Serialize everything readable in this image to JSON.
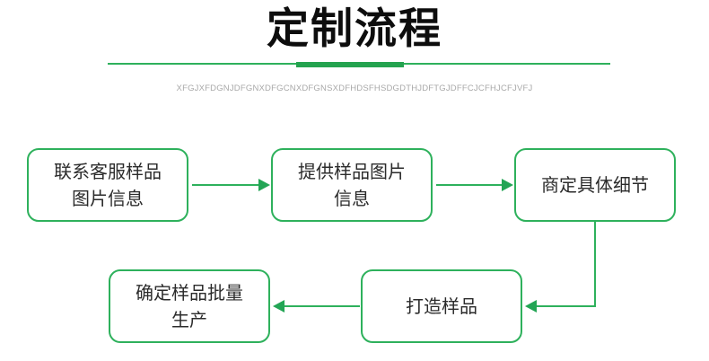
{
  "header": {
    "title": "定制流程",
    "subtitle": "XFGJXFDGNJDFGNXDFGCNXDFGNSXDFHDSFHSDGDTHJDFTGJDFFCJCFHJCFJVFJ",
    "divider_color": "#2eb15c",
    "divider_accent_color": "#24a34f",
    "title_color": "#0d0d0d",
    "subtitle_color": "#a9a9a9"
  },
  "flowchart": {
    "accent_color": "#2eb15c",
    "arrow_color": "#23a555",
    "node_text_color": "#2b2b2b",
    "node_background": "#ffffff",
    "nodes": [
      {
        "id": "step-1",
        "line1": "联系客服样品",
        "line2": "图片信息"
      },
      {
        "id": "step-2",
        "line1": "提供样品图片",
        "line2": "信息"
      },
      {
        "id": "step-3",
        "line1": "商定具体细节",
        "line2": ""
      },
      {
        "id": "step-4",
        "line1": "确定样品批量",
        "line2": "生产"
      },
      {
        "id": "step-5",
        "line1": "打造样品",
        "line2": ""
      }
    ],
    "connectors": [
      {
        "id": "arrow-step1-to-step2",
        "direction": "right"
      },
      {
        "id": "arrow-step2-to-step3",
        "direction": "right"
      },
      {
        "id": "arrow-step3-to-step5",
        "direction": "down-left"
      },
      {
        "id": "arrow-step5-to-step4",
        "direction": "left"
      }
    ]
  }
}
